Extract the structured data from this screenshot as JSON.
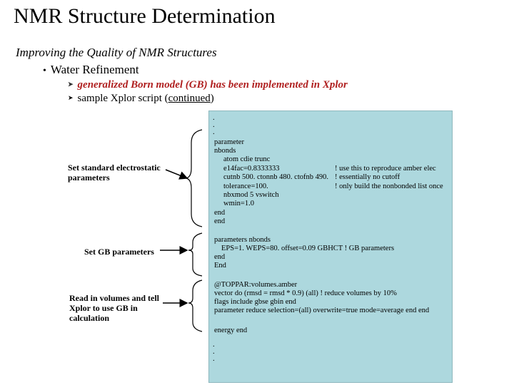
{
  "title": "NMR Structure Determination",
  "subtitle": "Improving the Quality of NMR Structures",
  "bullet": {
    "marker": "•",
    "text": "Water Refinement"
  },
  "sub_items": [
    {
      "marker": "➤",
      "text": "generalized Born model (GB) has been implemented in Xplor"
    },
    {
      "marker": "➤",
      "text_before": "sample Xplor script (",
      "text_link": "continued",
      "text_after": ")"
    }
  ],
  "labels": [
    "Set standard electrostatic parameters",
    "Set GB parameters",
    "Read in volumes and tell Xplor to use GB in calculation"
  ],
  "code": {
    "dots_top": [
      ".",
      ".",
      "."
    ],
    "parameter": "parameter",
    "nbonds": "nbonds",
    "atom_cdie": "atom cdie trunc",
    "e14fac": "e14fac=0.8333333",
    "e14fac_comment": "! use this to reproduce amber elec",
    "cutnb": "cutnb 500. ctonnb 480. ctofnb 490.",
    "cutnb_comment": "! essentially no cutoff",
    "tolerance": "tolerance=100.",
    "tolerance_comment": "! only build the nonbonded list once",
    "nbxmod": "nbxmod 5 vswitch",
    "wmin": "wmin=1.0",
    "end1": "end",
    "end2": "end",
    "gb_params": "parameters nbonds",
    "gb_line": "EPS=1. WEPS=80. offset=0.09 GBHCT ! GB parameters",
    "gb_end1": "end",
    "gb_end2": "End",
    "toppar": "@TOPPAR:volumes.amber",
    "vector_do": "vector do (rmsd = rmsd * 0.9) (all) ! reduce volumes by 10%",
    "flags": "flags include gbse gbin end",
    "param_reduce": "parameter reduce selection=(all) overwrite=true mode=average end end",
    "energy": "energy end",
    "dots_bottom": [
      ".",
      ".",
      "."
    ]
  },
  "colors": {
    "code_background": "#add8de",
    "highlight_text": "#b02020",
    "bracket": "#000000"
  }
}
